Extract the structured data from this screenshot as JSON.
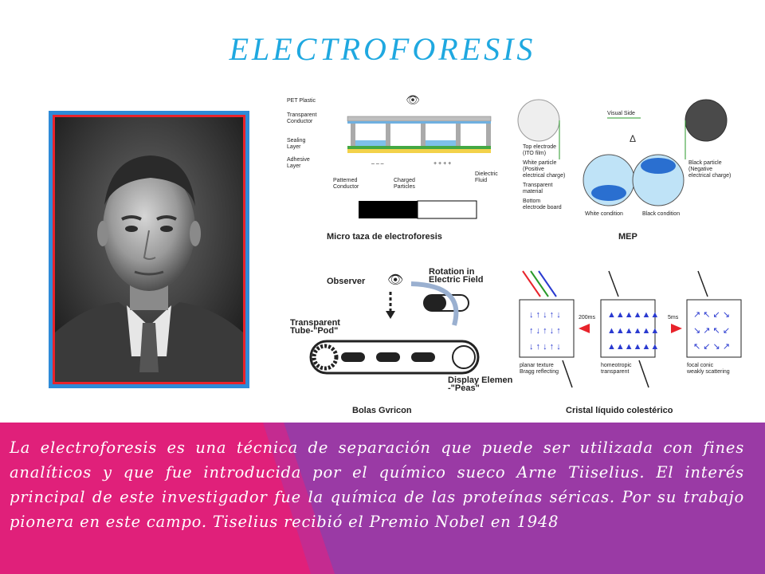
{
  "slide": {
    "title": "ELECTROFORESIS",
    "paragraph": "La electroforesis es una técnica de separación que puede ser utilizada con fines analíticos y que fue introducida por el químico sueco Arne Tiiselius. El interés principal de este investigador fue la química de las proteínas séricas. Por su trabajo pionera en este campo. Tiselius recibió el Premio Nobel en 1948"
  },
  "portrait": {
    "frame_color": "#2e8bd8",
    "border_color": "#e8232b"
  },
  "figures": {
    "micro_cup": {
      "caption": "Micro taza de electroforesis",
      "labels": [
        "PET Plastic",
        "Transparent",
        "Conductor",
        "Sealing",
        "Layer",
        "Adhesive",
        "Layer",
        "Patterned",
        "Conductor",
        "Charged",
        "Particles",
        "Dielectric",
        "Fluid"
      ]
    },
    "mep": {
      "caption": "MEP",
      "labels": [
        "Visual Side",
        "Top electrode",
        "(ITO film)",
        "White particle",
        "(Positive",
        "electrical charge)",
        "Transparent",
        "material",
        "Bottom",
        "electrode board",
        "White condition",
        "Black condition",
        "Black particle",
        "(Negative",
        "electrical charge)"
      ]
    },
    "gyricon": {
      "caption": "Bolas Gvricon",
      "labels": [
        "Observer",
        "Rotation in",
        "Electric Field",
        "Transparent",
        "Tube-\"Pod\"",
        "Display Elemen",
        "-\"Peas\""
      ]
    },
    "cholesteric": {
      "caption": "Cristal líquido colestérico",
      "labels": [
        "200ms",
        "5ms",
        "planar texture",
        "Bragg reflecting",
        "homeotropic",
        "transparent",
        "focal conic",
        "weakly scattering"
      ]
    }
  },
  "band_colors": {
    "left": "#e0207a",
    "right": "#9a3aa5"
  }
}
